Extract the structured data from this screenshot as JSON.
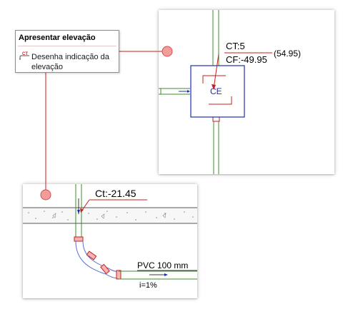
{
  "tooltip": {
    "title": "Apresentar elevação",
    "icon_label": "CT",
    "item_label": "Desenha indicação da elevação"
  },
  "plan_view": {
    "ct_label": "CT:5",
    "cf_label": "CF:-49.95",
    "paren_value": "(54.95)",
    "box_label": "CE"
  },
  "section_view": {
    "ct_label": "Ct:-21.45",
    "pipe_label": "PVC 100 mm",
    "slope_label": "i=1%"
  },
  "colors": {
    "leader": "#e06666",
    "pipe": "#3f8f2a",
    "box": "#1f2db5",
    "annotation": "#c81e1e"
  }
}
